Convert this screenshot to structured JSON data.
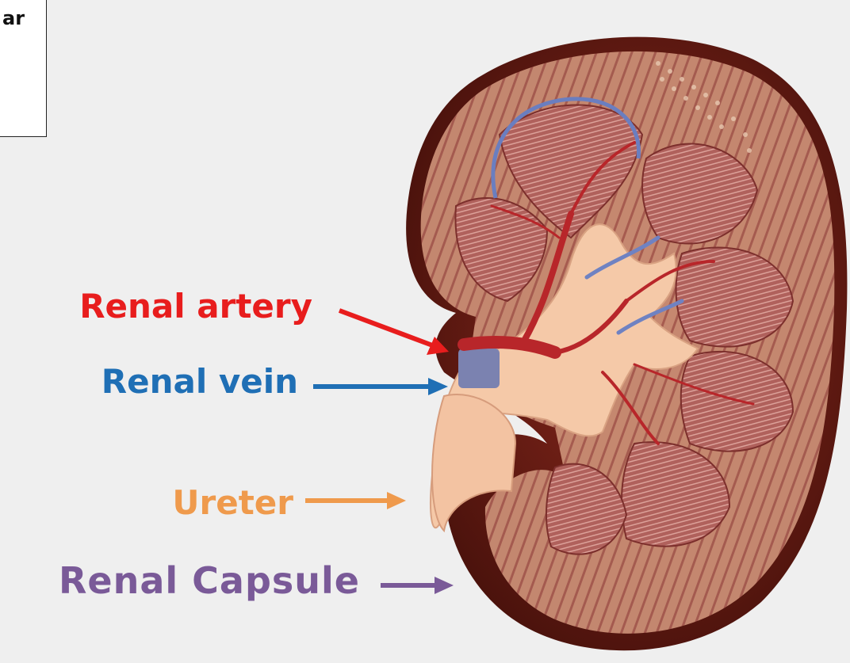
{
  "corner_box": {
    "text": "ar"
  },
  "labels": [
    {
      "id": "artery",
      "text": "Renal artery",
      "color": "#e81d1d"
    },
    {
      "id": "vein",
      "text": "Renal vein",
      "color": "#1f6fb5"
    },
    {
      "id": "ureter",
      "text": "Ureter",
      "color": "#ef9a4c"
    },
    {
      "id": "capsule",
      "text": "Renal Capsule",
      "color": "#7a5a98"
    }
  ],
  "colors": {
    "background": "#efefef",
    "capsule": "#6a1c14",
    "cortex": "#c88a72",
    "pyramid": "#a6514e",
    "pelvis": "#f4c6a6",
    "artery": "#c0282a",
    "vein": "#5b6fa8"
  }
}
